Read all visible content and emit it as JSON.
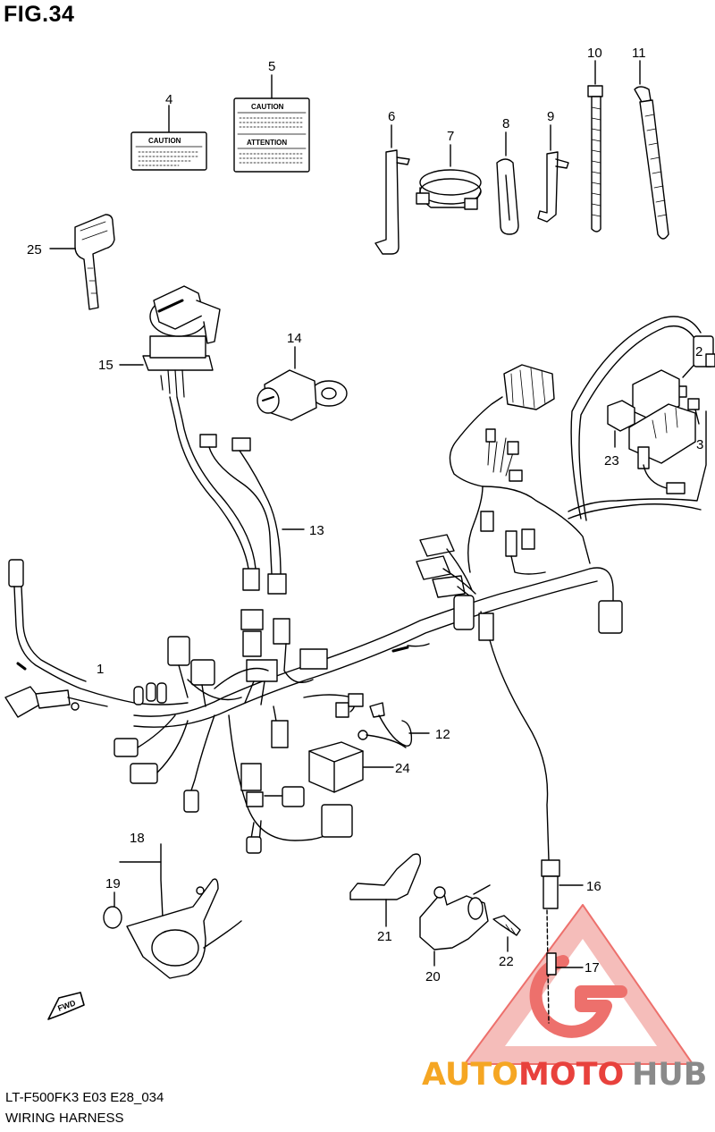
{
  "figure": {
    "title": "FIG.34",
    "code": "LT-F500FK3 E03 E28_034",
    "name": "WIRING HARNESS"
  },
  "callouts": [
    "1",
    "2",
    "3",
    "4",
    "5",
    "6",
    "7",
    "8",
    "9",
    "10",
    "11",
    "12",
    "13",
    "14",
    "15",
    "16",
    "17",
    "18",
    "19",
    "20",
    "21",
    "22",
    "23",
    "24",
    "25"
  ],
  "labels": {
    "caution_4": "CAUTION",
    "caution_5": "CAUTION",
    "attention_5": "ATTENTION",
    "fwd": "FWD"
  },
  "watermark": {
    "part1": "AUTO",
    "part2": "MOTO",
    "part3": "HUB",
    "colors": {
      "orange": "#f5a623",
      "red": "#e8413c",
      "grey": "#8a8a8a"
    }
  }
}
